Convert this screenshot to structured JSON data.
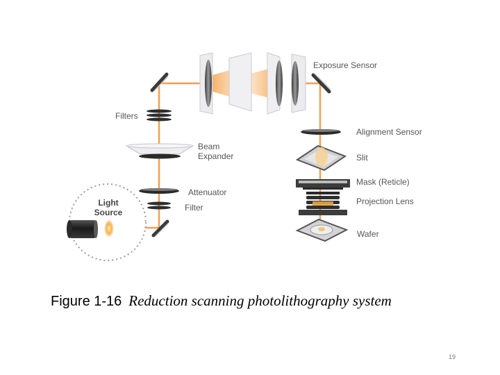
{
  "diagram": {
    "labels": {
      "exposure_sensor": "Exposure Sensor",
      "filters": "Filters",
      "alignment_sensor": "Alignment Sensor",
      "beam_expander_1": "Beam",
      "beam_expander_2": "Expander",
      "slit": "Slit",
      "mask": "Mask (Reticle)",
      "attenuator": "Attenuator",
      "projection_lens": "Projection Lens",
      "filter": "Filter",
      "wafer": "Wafer",
      "light_source_1": "Light",
      "light_source_2": "Source"
    },
    "colors": {
      "beam": "#f0a050",
      "optic": "#555555",
      "lens_glass": "#e8e8ea",
      "text": "#555555"
    }
  },
  "caption": {
    "figure_number": "Figure 1-16",
    "title": "Reduction scanning photolithography system"
  },
  "page_number": "19"
}
